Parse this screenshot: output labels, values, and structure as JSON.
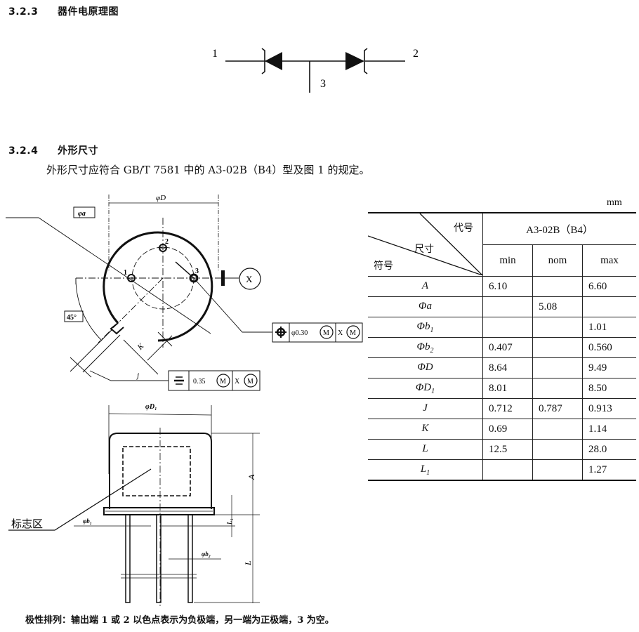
{
  "section_323": {
    "number": "3.2.3",
    "title": "器件电原理图"
  },
  "schematic": {
    "pin1": "1",
    "pin2": "2",
    "pin3": "3"
  },
  "section_324": {
    "number": "3.2.4",
    "title": "外形尺寸",
    "paragraph": "外形尺寸应符合 GB/T 7581 中的 A3-02B（B4）型及图 1 的规定。"
  },
  "drawing": {
    "top_view": {
      "dim_D": "φD",
      "dim_a": "φa",
      "angle": "45°",
      "pin_labels": [
        "1",
        "2",
        "3"
      ],
      "datum": "X",
      "dim_K": "K",
      "dim_j": "j",
      "position_tolerance": {
        "value": "φ0.30",
        "modifier": "M",
        "datum": "X",
        "datum_modifier": "M"
      },
      "symmetry_tolerance": {
        "value": "0.35",
        "modifier": "M",
        "datum": "X",
        "datum_modifier": "M"
      }
    },
    "side_view": {
      "dim_D1": "φD₁",
      "dim_A": "A",
      "dim_b1": "φb₁",
      "dim_b2": "φb₂",
      "dim_L1": "L₁",
      "dim_L": "L",
      "marking_area": "标志区"
    }
  },
  "table": {
    "unit": "mm",
    "header": {
      "code_label": "代号",
      "size_label": "尺寸",
      "symbol_label": "符号",
      "model": "A3-02B（B4）",
      "columns": [
        "min",
        "nom",
        "max"
      ]
    },
    "rows": [
      {
        "symbol": "A",
        "sub": "",
        "prefix": "",
        "min": "6.10",
        "nom": "",
        "max": "6.60"
      },
      {
        "symbol": "a",
        "sub": "",
        "prefix": "Φ",
        "min": "",
        "nom": "5.08",
        "max": ""
      },
      {
        "symbol": "b",
        "sub": "1",
        "prefix": "Φ",
        "min": "",
        "nom": "",
        "max": "1.01"
      },
      {
        "symbol": "b",
        "sub": "2",
        "prefix": "Φ",
        "min": "0.407",
        "nom": "",
        "max": "0.560"
      },
      {
        "symbol": "D",
        "sub": "",
        "prefix": "Φ",
        "min": "8.64",
        "nom": "",
        "max": "9.49"
      },
      {
        "symbol": "D",
        "sub": "1",
        "prefix": "Φ",
        "min": "8.01",
        "nom": "",
        "max": "8.50"
      },
      {
        "symbol": "J",
        "sub": "",
        "prefix": "",
        "min": "0.712",
        "nom": "0.787",
        "max": "0.913"
      },
      {
        "symbol": "K",
        "sub": "",
        "prefix": "",
        "min": "0.69",
        "nom": "",
        "max": "1.14"
      },
      {
        "symbol": "L",
        "sub": "",
        "prefix": "",
        "min": "12.5",
        "nom": "",
        "max": "28.0"
      },
      {
        "symbol": "L",
        "sub": "1",
        "prefix": "",
        "min": "",
        "nom": "",
        "max": "1.27"
      }
    ]
  },
  "footnote": "极性排列：输出端 1 或 2 以色点表示为负极端，另一端为正极端，3 为空。"
}
